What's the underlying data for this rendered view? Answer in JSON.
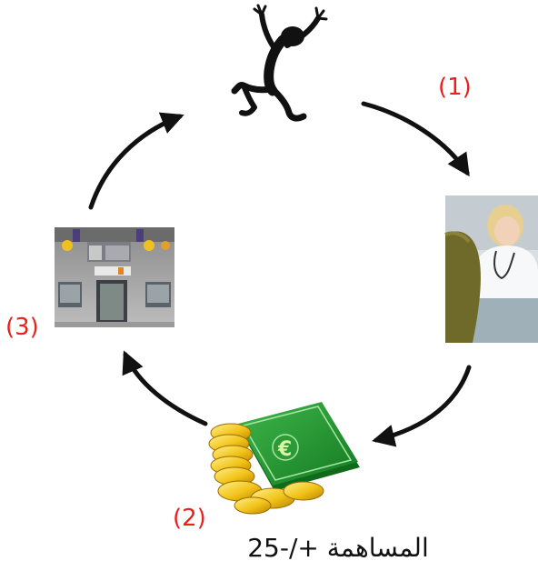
{
  "diagram": {
    "steps": [
      {
        "number_label": "(1)",
        "icon": "doctor-consultation-photo"
      },
      {
        "number_label": "(2)",
        "icon": "euro-money-coins-icon"
      },
      {
        "number_label": "(3)",
        "icon": "health-insurance-office-photo"
      }
    ],
    "start_icon": "jumping-person-silhouette-icon",
    "caption": "المساهمة +/-25",
    "colors": {
      "label_red": "#e8211c",
      "arrow_black": "#111111",
      "caption_text": "#111111"
    }
  }
}
